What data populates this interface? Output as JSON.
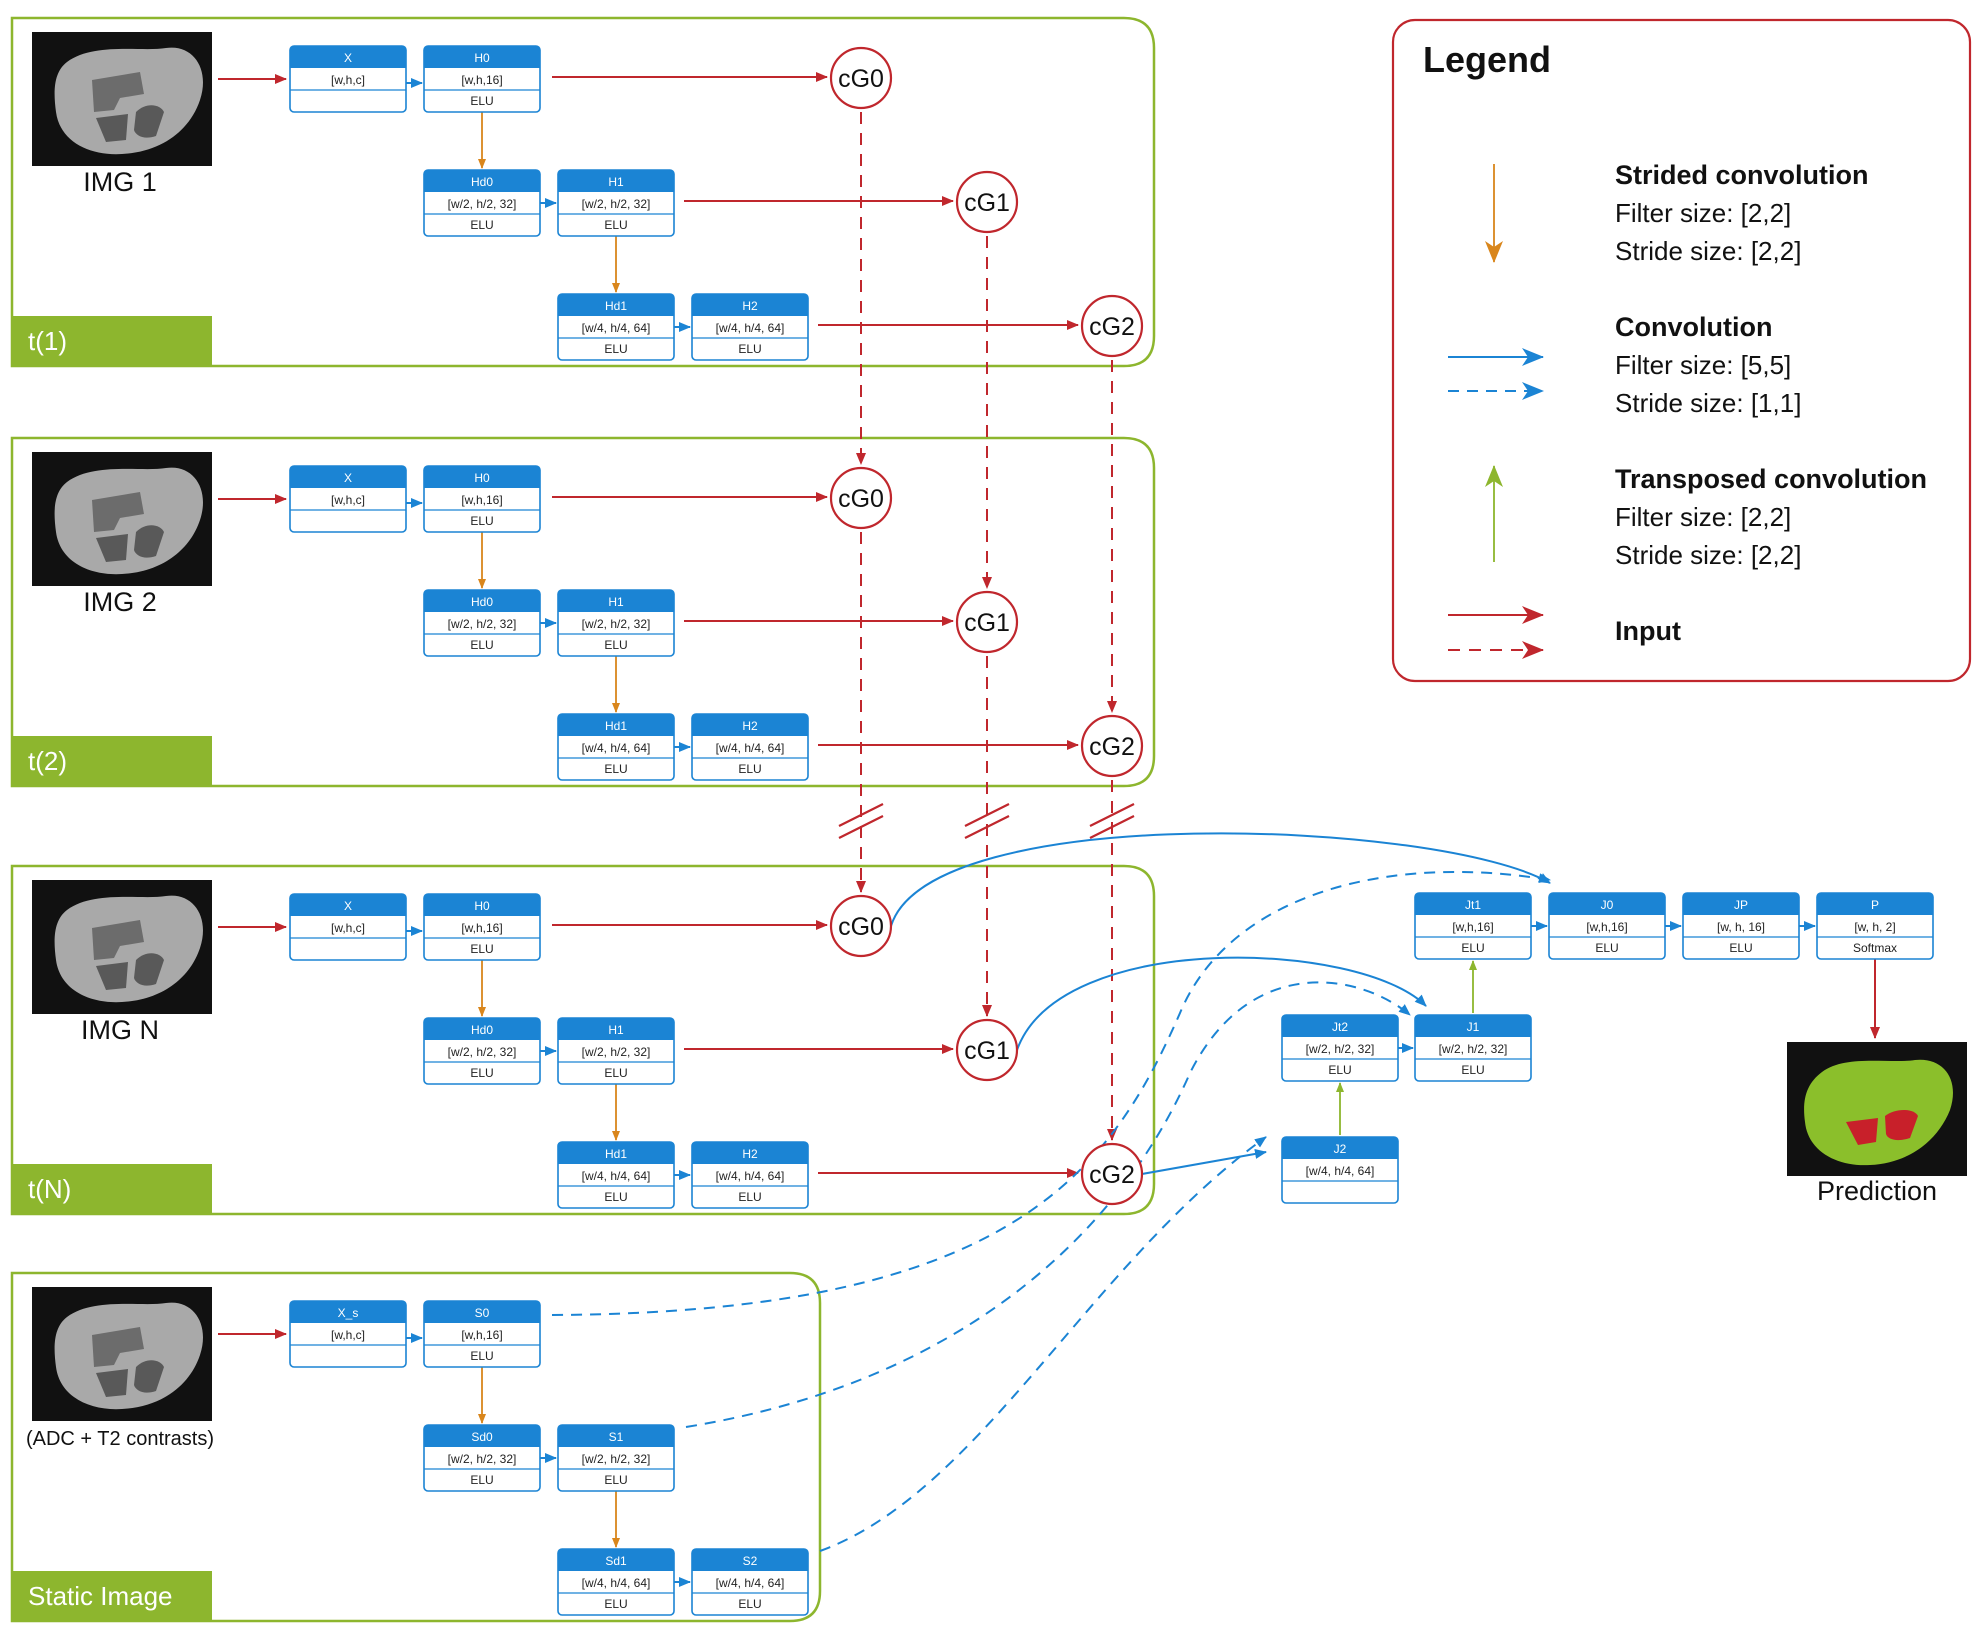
{
  "panels": [
    {
      "tag": "t(1)",
      "image_label": "IMG 1",
      "input": "X",
      "l0": "H0",
      "d0": "Hd0",
      "l1": "H1",
      "d1": "Hd1",
      "l2": "H2"
    },
    {
      "tag": "t(2)",
      "image_label": "IMG 2",
      "input": "X",
      "l0": "H0",
      "d0": "Hd0",
      "l1": "H1",
      "d1": "Hd1",
      "l2": "H2"
    },
    {
      "tag": "t(N)",
      "image_label": "IMG N",
      "input": "X",
      "l0": "H0",
      "d0": "Hd0",
      "l1": "H1",
      "d1": "Hd1",
      "l2": "H2"
    },
    {
      "tag": "Static Image",
      "image_label": "(ADC + T2 contrasts)",
      "input": "X_s",
      "l0": "S0",
      "d0": "Sd0",
      "l1": "S1",
      "d1": "Sd1",
      "l2": "S2"
    }
  ],
  "dims": {
    "input": "[w,h,c]",
    "full16": "[w,h,16]",
    "half32": "[w/2, h/2, 32]",
    "quarter64": "[w/4, h/4, 64]",
    "full16_sp": "[w, h, 16]",
    "out2": "[w, h, 2]",
    "elu": "ELU",
    "softmax": "Softmax"
  },
  "gates": {
    "g0": "cG0",
    "g1": "cG1",
    "g2": "cG2"
  },
  "decoder": {
    "j0": "J0",
    "jt1": "Jt1",
    "j1": "J1",
    "jt2": "Jt2",
    "j2": "J2",
    "jp": "JP",
    "p": "P"
  },
  "prediction_label": "Prediction",
  "legend": {
    "title": "Legend",
    "items": [
      {
        "head": "Strided convolution",
        "line1": "Filter size: [2,2]",
        "line2": "Stride size: [2,2]"
      },
      {
        "head": "Convolution",
        "line1": "Filter size: [5,5]",
        "line2": "Stride size: [1,1]"
      },
      {
        "head": "Transposed convolution",
        "line1": "Filter size: [2,2]",
        "line2": "Stride size: [2,2]"
      },
      {
        "head": "Input"
      }
    ]
  },
  "colors": {
    "panel_green": "#8db62e",
    "node_blue": "#1b84d4",
    "input_red": "#c0272d",
    "strided_orange": "#d9861c",
    "transposed_green": "#8db62e",
    "prediction_green": "#8bbf2b"
  }
}
